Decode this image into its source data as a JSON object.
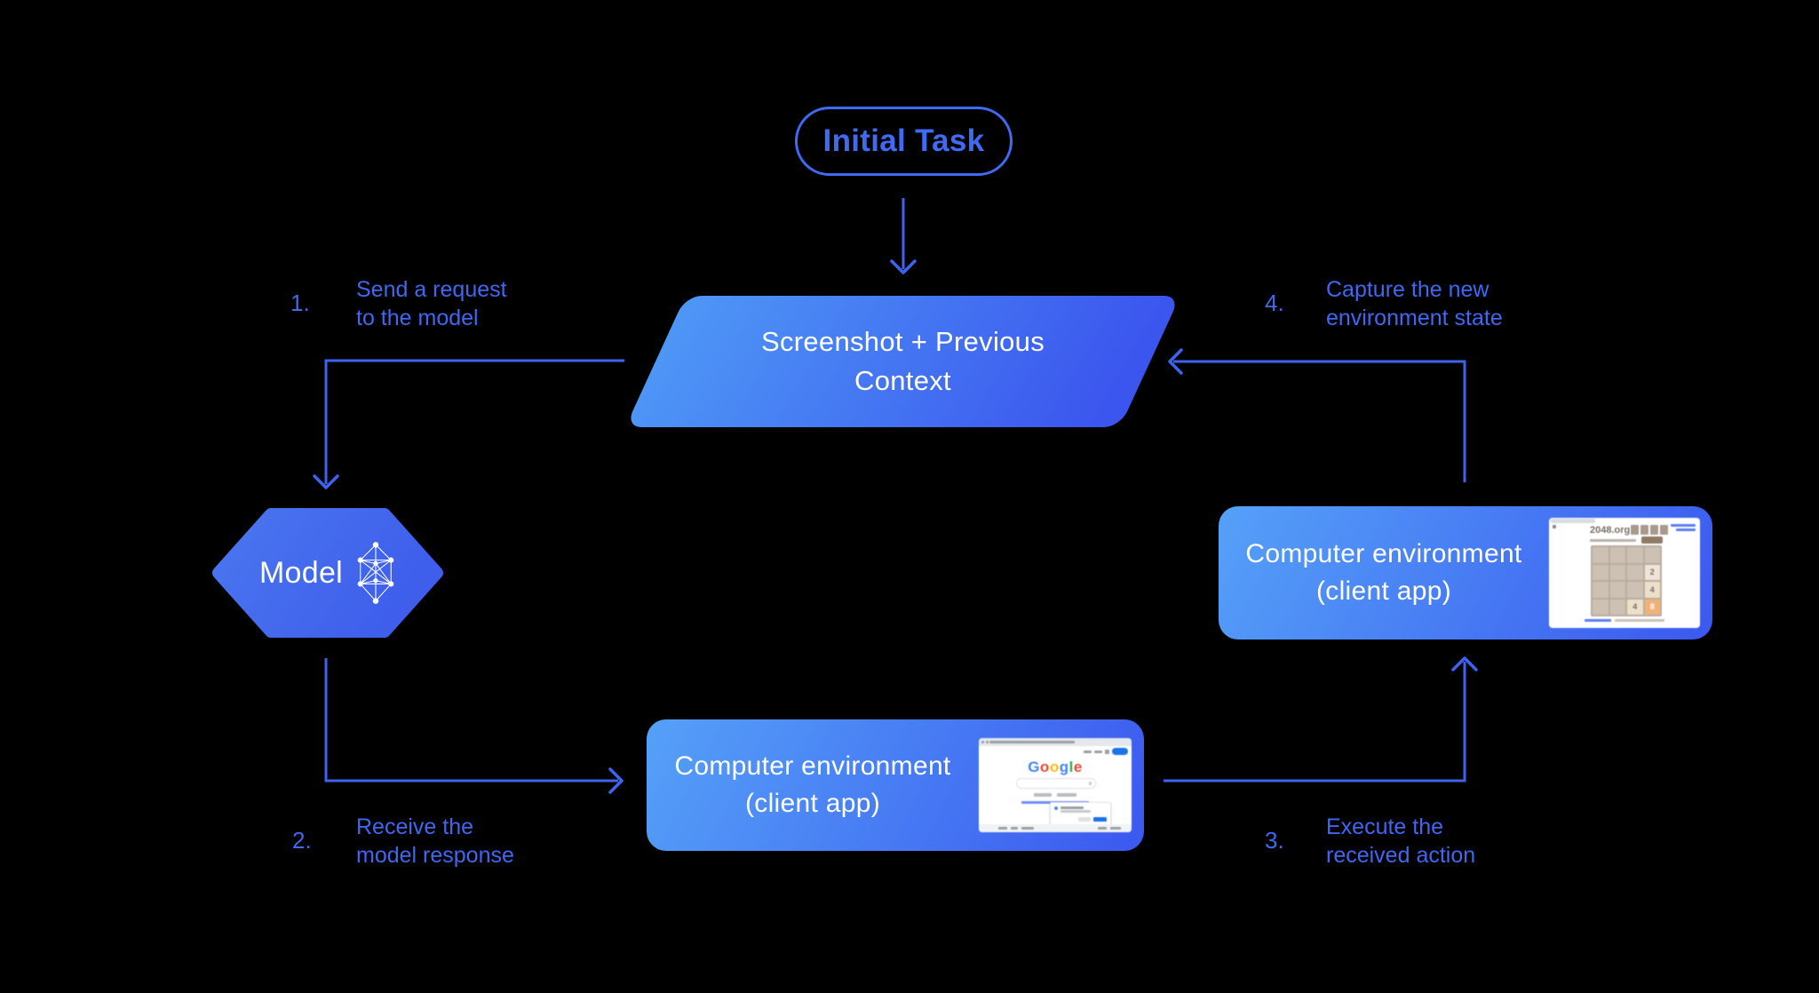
{
  "colors": {
    "background": "#000000",
    "accent_blue": "#3F69F2",
    "arrow_blue": "#3C63F1",
    "node_gradient_start": "#55A1F8",
    "node_gradient_end": "#3B58EF",
    "text_on_blue": "#FFFFFF"
  },
  "initial_task": {
    "label": "Initial Task"
  },
  "screenshot_context": {
    "line1": "Screenshot + Previous",
    "line2": "Context"
  },
  "model": {
    "label": "Model",
    "icon": "neural-network-icon"
  },
  "env_right": {
    "line1": "Computer environment",
    "line2": "(client app)"
  },
  "env_bottom": {
    "line1": "Computer environment",
    "line2": "(client app)"
  },
  "steps": [
    {
      "num": "1.",
      "lines": [
        "Send a request",
        "to the model"
      ]
    },
    {
      "num": "2.",
      "lines": [
        "Receive the",
        "model response"
      ]
    },
    {
      "num": "3.",
      "lines": [
        "Execute the",
        "received action"
      ]
    },
    {
      "num": "4.",
      "lines": [
        "Capture the new",
        "environment state"
      ]
    }
  ],
  "thumbnails": {
    "game2048": {
      "site_title": "2048.org",
      "tile_values": [
        "2",
        "4",
        "4",
        "8"
      ]
    },
    "google": {
      "logo_letters": [
        "G",
        "o",
        "o",
        "g",
        "l",
        "e"
      ]
    }
  }
}
